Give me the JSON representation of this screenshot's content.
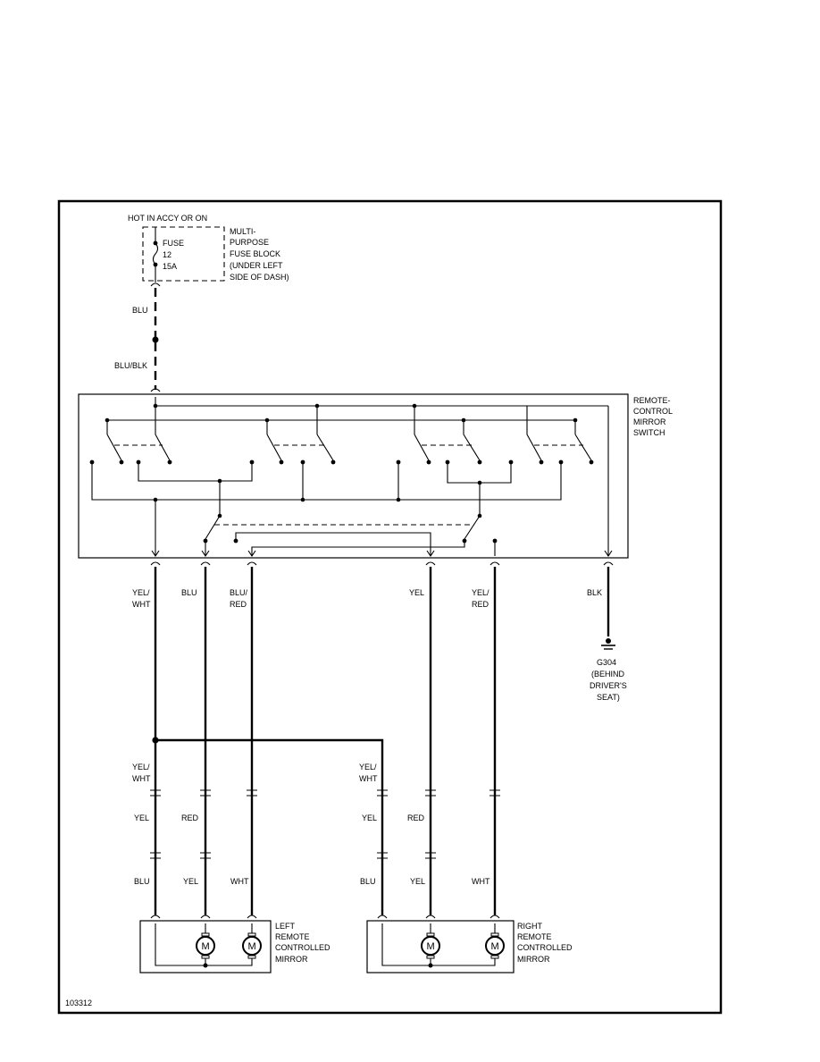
{
  "supply": {
    "hot_label": "HOT IN ACCY OR ON",
    "fuse_lines": [
      "FUSE",
      "12",
      "15A"
    ],
    "fuse_block_lines": [
      "MULTI-",
      "PURPOSE",
      "FUSE BLOCK",
      "(UNDER LEFT",
      "SIDE OF DASH)"
    ]
  },
  "wires": {
    "blu_top": "BLU",
    "blu_blk": "BLU/BLK"
  },
  "switch": {
    "label_lines": [
      "REMOTE-",
      "CONTROL",
      "MIRROR",
      "SWITCH"
    ]
  },
  "outputs": {
    "yel_wht_1": "YEL/",
    "yel_wht_2": "WHT",
    "blu": "BLU",
    "blu_red_1": "BLU/",
    "blu_red_2": "RED",
    "yel": "YEL",
    "yel_red_1": "YEL/",
    "yel_red_2": "RED",
    "blk": "BLK"
  },
  "ground": {
    "lines": [
      "G304",
      "(BEHIND",
      "DRIVER'S",
      "SEAT)"
    ]
  },
  "left_harness": {
    "row1_a": "YEL/",
    "row1_b": "WHT",
    "row2": [
      "YEL",
      "RED"
    ],
    "row3": [
      "BLU",
      "YEL",
      "WHT"
    ]
  },
  "right_harness": {
    "row1_a": "YEL/",
    "row1_b": "WHT",
    "row2": [
      "YEL",
      "RED"
    ],
    "row3": [
      "BLU",
      "YEL",
      "WHT"
    ]
  },
  "left_mirror": {
    "lines": [
      "LEFT",
      "REMOTE",
      "CONTROLLED",
      "MIRROR"
    ]
  },
  "right_mirror": {
    "lines": [
      "RIGHT",
      "REMOTE",
      "CONTROLLED",
      "MIRROR"
    ]
  },
  "motor_symbol": "M",
  "figure_number": "103312"
}
